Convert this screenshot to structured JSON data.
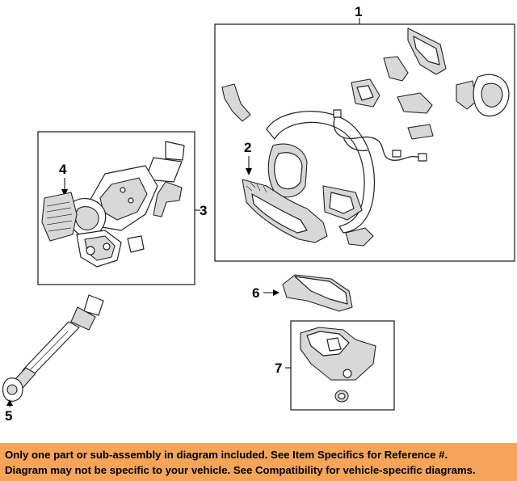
{
  "callouts": {
    "c1": "1",
    "c2": "2",
    "c3": "3",
    "c4": "4",
    "c5": "5",
    "c6": "6",
    "c7": "7"
  },
  "disclaimer": {
    "line1": "Only one part or sub-assembly in diagram included. See Item Specifics for Reference #.",
    "line2": "Diagram may not be specific to your vehicle. See Compatibility for vehicle-specific diagrams."
  },
  "colors": {
    "banner": "#f5a45a",
    "line": "#000000"
  }
}
